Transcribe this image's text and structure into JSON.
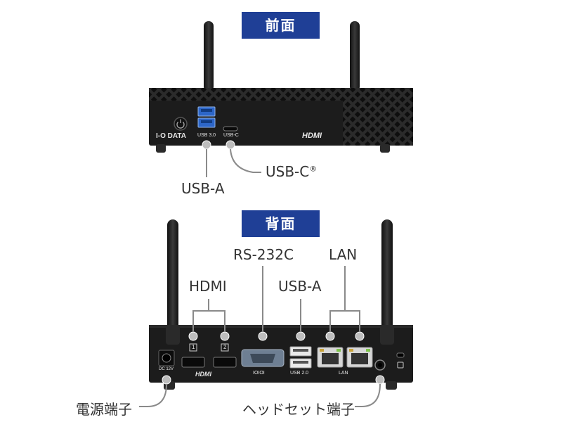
{
  "front": {
    "badge": "前面",
    "brand": "I-O DATA",
    "port_usb30": "USB 3.0",
    "port_usbc": "USB-C",
    "hdmi_logo": "HDMI",
    "callout_usba": "USB-A",
    "callout_usbc": "USB-C",
    "callout_usbc_mark": "®"
  },
  "back": {
    "badge": "背面",
    "callout_hdmi": "HDMI",
    "callout_rs232c": "RS-232C",
    "callout_usba": "USB-A",
    "callout_lan": "LAN",
    "callout_power": "電源端子",
    "callout_headset": "ヘッドセット端子",
    "label_dc": "DC 12V",
    "label_hdmi1": "1",
    "label_hdmi2": "2",
    "hdmi_logo": "HDMI",
    "label_serial": "IOIOI",
    "label_usb20": "USB 2.0",
    "label_lan": "LAN"
  },
  "colors": {
    "badge": "#1f3f96",
    "device": "#1c1c1c",
    "leader": "#8a8a8a",
    "circle": "#b5b5b5"
  }
}
